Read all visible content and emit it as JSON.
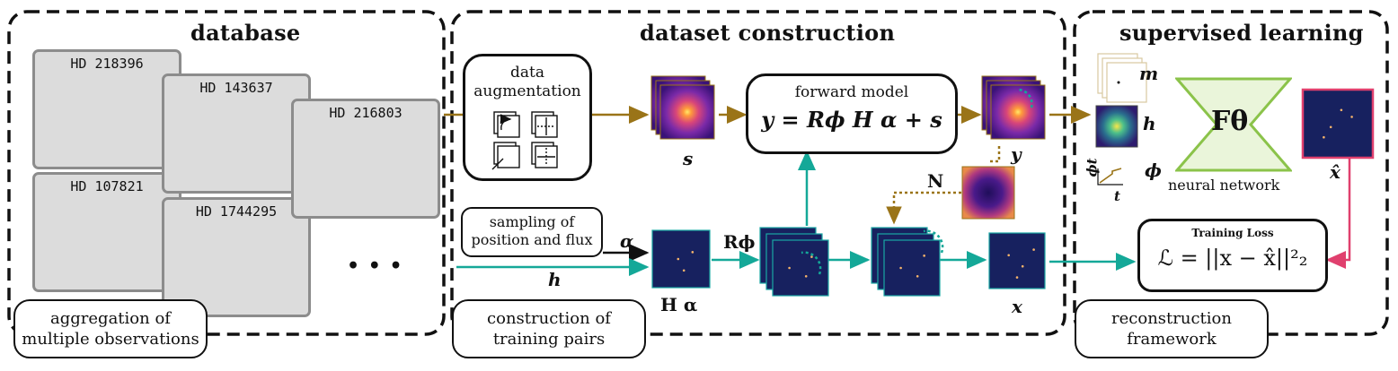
{
  "panels": {
    "database": "database",
    "construction": "dataset construction",
    "learning": "supervised learning"
  },
  "cards": [
    {
      "name": "HD 218396"
    },
    {
      "name": "HD 143637"
    },
    {
      "name": "HD 216803"
    },
    {
      "name": "HD 107821"
    },
    {
      "name": "HD 1744295"
    }
  ],
  "symbols": {
    "s": "s",
    "m": "m",
    "h": "h",
    "phi": "ϕ",
    "t": "t",
    "phi_t": "ϕt",
    "y": "y",
    "x": "x",
    "x_hat": "x̂",
    "alpha": "α",
    "N": "N",
    "R_phi": "Rϕ",
    "H_alpha": "H α",
    "F_theta": "Fθ",
    "ellipsis": "• • •"
  },
  "boxes": {
    "augmentation": "data\naugmentation",
    "sampling": "sampling of\nposition and flux",
    "forward_model_title": "forward model",
    "forward_model_eq": "y = Rϕ H α + s",
    "loss_title": "Training Loss",
    "loss_eq": "ℒ = ||x − x̂||²₂"
  },
  "labels": {
    "neural_network": "neural network"
  },
  "bubbles": {
    "aggregation": "aggregation of\nmultiple observations",
    "training_pairs": "construction of\ntraining pairs",
    "framework": "reconstruction\nframework"
  },
  "colors": {
    "flow_brown": "#9a7418",
    "flow_teal": "#14a898",
    "loss_pink": "#e0406e",
    "network_green": "#8bc34a",
    "network_fill": "#eaf5da",
    "image_border": "#1aa7a4"
  }
}
